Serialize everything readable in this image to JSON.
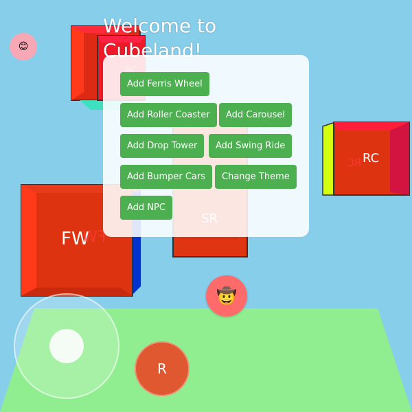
{
  "title": "Welcome to Cubeland!",
  "menu": {
    "buttons": [
      "Add Ferris Wheel",
      "Add Roller Coaster",
      "Add Carousel",
      "Add Drop Tower",
      "Add Swing Ride",
      "Add Bumper Cars",
      "Change Theme",
      "Add NPC"
    ]
  },
  "rides": {
    "ferris_wheel": "FW",
    "ferris_wheel_mirror": "FW",
    "roller_coaster": "RC",
    "roller_coaster_mirror": "RC",
    "swing_ride": "SR",
    "background_cube": "BC"
  },
  "controls": {
    "r_button": "R",
    "player_emoji": "😊",
    "npc_emoji": "🤠"
  },
  "colors": {
    "sky": "#87ceeb",
    "ground": "#90ee90",
    "button": "#4caf50",
    "ride_red": "#dd3311",
    "r_button": "#e0582f",
    "npc_button": "#ff6b6b"
  }
}
